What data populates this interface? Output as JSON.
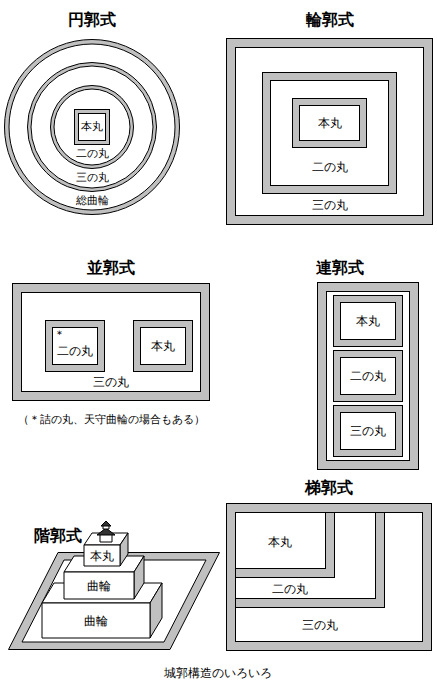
{
  "diagram": {
    "caption": "城郭構造のいろいろ",
    "nodes": [
      {
        "text": [
          "円郭式",
          "総曲輪"
        ]
      },
      {
        "text": [
          "三の丸"
        ],
        "in": 0
      },
      {
        "text": [
          "二の丸"
        ],
        "in": 1
      },
      {
        "text": [
          "本丸"
        ],
        "in": 2
      },
      {
        "text": [
          "輪郭式",
          "三の丸"
        ]
      },
      {
        "text": [
          "二の丸"
        ],
        "in": 4
      },
      {
        "text": [
          "本丸"
        ],
        "in": 5
      },
      {
        "text": [
          "並郭式",
          "三の丸"
        ]
      },
      {
        "text": [
          "＊",
          "二の丸"
        ],
        "in": 7
      },
      {
        "text": [
          "本丸"
        ],
        "in": 7
      },
      {
        "text": [
          "連郭式"
        ]
      },
      {
        "text": [
          "本丸"
        ],
        "in": 10
      },
      {
        "text": [
          "二の丸"
        ],
        "in": 10
      },
      {
        "text": [
          "三の丸"
        ],
        "in": 10
      },
      {
        "text": [
          "階郭式"
        ]
      },
      {
        "text": [
          "曲輪"
        ],
        "in": 14
      },
      {
        "text": [
          "曲輪"
        ],
        "in": 15
      },
      {
        "text": [
          "本丸"
        ],
        "in": 16
      },
      {
        "text": [
          "梯郭式",
          "三の丸"
        ]
      },
      {
        "text": [
          "二の丸"
        ],
        "in": 18
      },
      {
        "text": [
          "本丸"
        ],
        "in": 19
      }
    ],
    "labels": [
      "（＊詰の丸、天守曲輪の場合もある）"
    ]
  }
}
